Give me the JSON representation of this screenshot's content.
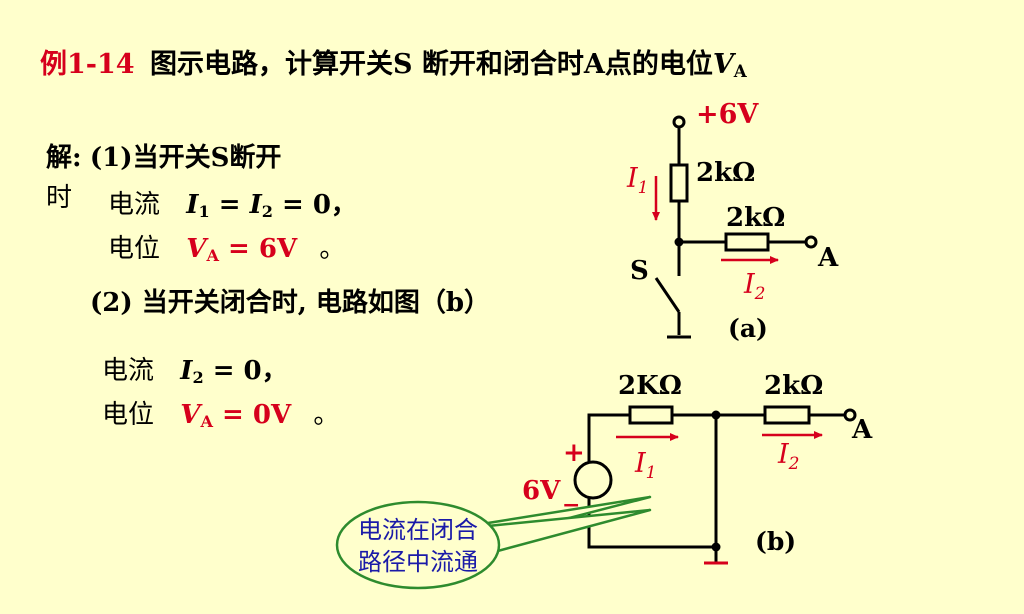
{
  "title": {
    "example_no": "例1-14",
    "text": "图示电路，计算开关S  断开和闭合时A点的电位",
    "var": "V",
    "var_sub": "A"
  },
  "solution": {
    "label": "解:",
    "case1": "(1)当开关S断开",
    "case1_cont": "时",
    "current_label": "电流",
    "current1_expr": {
      "i1": "I",
      "i1_sub": "1",
      "eq1": " = ",
      "i2": "I",
      "i2_sub": "2",
      "eq2": " = 0，"
    },
    "potential_label": "电位",
    "potential1_expr": {
      "v": "V",
      "v_sub": "A",
      "val": " = 6V",
      "tail": "。"
    },
    "case2": "(2) 当开关闭合时, 电路如图（b）",
    "current2_expr": {
      "i": "I",
      "i_sub": "2",
      "val": " = 0，"
    },
    "potential2_expr": {
      "v": "V",
      "v_sub": "A",
      "val": " = 0V",
      "tail": "。"
    }
  },
  "circuit_a": {
    "supply": "+6V",
    "r1": "2kΩ",
    "r2": "2kΩ",
    "current1": "I",
    "current1_sub": "1",
    "current2": "I",
    "current2_sub": "2",
    "switch": "S",
    "node": "A",
    "caption": "(a)"
  },
  "circuit_b": {
    "r1": "2KΩ",
    "r2": "2kΩ",
    "current1": "I",
    "current1_sub": "1",
    "current2": "I",
    "current2_sub": "2",
    "source": "6V",
    "plus": "+",
    "minus": "−",
    "node": "A",
    "caption": "(b)",
    "callout_line1": "电流在闭合",
    "callout_line2": "路径中流通"
  },
  "colors": {
    "background": "#FFFFCC",
    "accent": "#D6001C",
    "callout": "#2E8B2E",
    "callout_text": "#1A1AA8"
  }
}
